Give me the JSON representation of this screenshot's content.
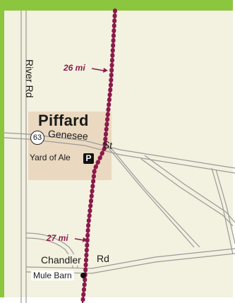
{
  "map": {
    "town": "Piffard",
    "roads": {
      "river_rd": "River Rd",
      "genesee_a": "Genesee",
      "genesee_b": "St",
      "chandler_a": "Chandler",
      "chandler_b": "Rd"
    },
    "route_shield": "63",
    "pois": {
      "yard_of_ale": "Yard of Ale",
      "parking_symbol": "P",
      "mule_barn": "Mule Barn"
    },
    "mile_markers": [
      "26 mi",
      "27 mi"
    ],
    "colors": {
      "background": "#f3f1df",
      "town_area": "#ead9c0",
      "trail": "#8b1a4a",
      "road": "#9a9a9a",
      "frame": "#8cc63f"
    }
  }
}
